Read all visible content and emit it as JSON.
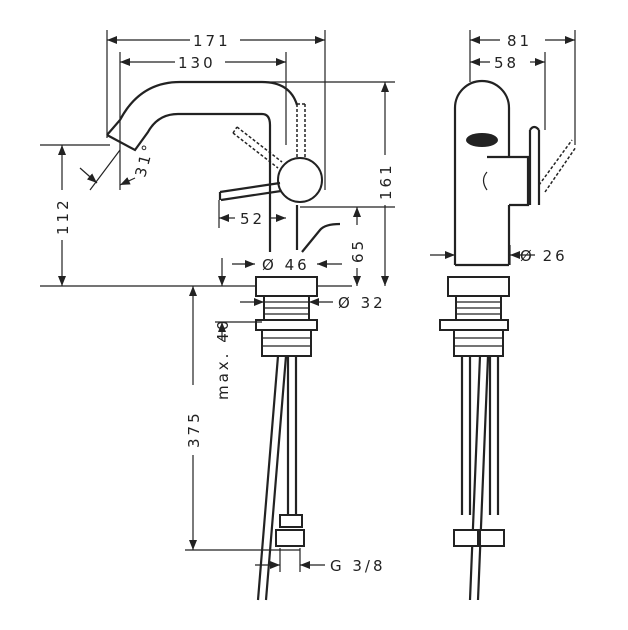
{
  "title": "Faucet dimension drawing",
  "side_view": {
    "width_total": "171",
    "spout_reach": "130",
    "angle": "31°",
    "spout_height": "112",
    "lever_offset": "52",
    "total_height": "161",
    "popup_height": "65",
    "base_diameter": "Ø 46",
    "shank_diameter": "Ø 32",
    "hose_length": "375",
    "max_thickness": "max. 40",
    "connection": "G 3/8"
  },
  "front_view": {
    "width_total": "81",
    "lever_width": "58",
    "body_diameter": "Ø 26"
  }
}
